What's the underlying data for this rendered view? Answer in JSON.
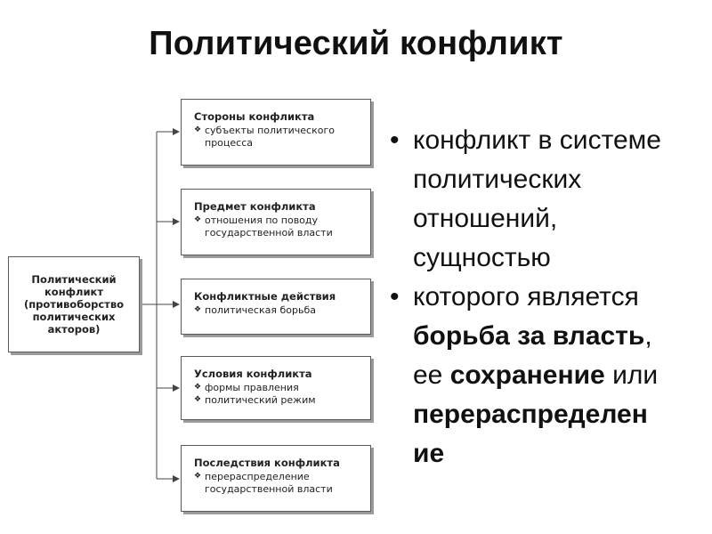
{
  "title": "Политический конфликт",
  "diagram": {
    "main": {
      "lines": [
        "Политический",
        "конфликт",
        "(противоборство",
        "политических",
        "акторов)"
      ]
    },
    "branches": [
      {
        "title": "Стороны конфликта",
        "items": [
          [
            "субъекты политического",
            "процесса"
          ]
        ]
      },
      {
        "title": "Предмет конфликта",
        "items": [
          [
            "отношения по поводу",
            "государственной власти"
          ]
        ]
      },
      {
        "title": "Конфликтные действия",
        "items": [
          [
            "политическая борьба"
          ]
        ]
      },
      {
        "title": "Условия конфликта",
        "items": [
          [
            "формы правления"
          ],
          [
            "политический режим"
          ]
        ]
      },
      {
        "title": "Последствия конфликта",
        "items": [
          [
            "перераспределение",
            "государственной власти"
          ]
        ]
      }
    ],
    "bullet_glyph": "❖"
  },
  "bullets": {
    "glyph": "•",
    "b1": {
      "l1": "конфликт в системе",
      "l2": "политических",
      "l3": "отношений,",
      "l4": "сущностью"
    },
    "b2": {
      "l1": "которого является",
      "bold1": "борьба за власть",
      "after1": ",",
      "pre2": "ее ",
      "bold2": "сохранение",
      "after2": " или",
      "bold3a": "перераспределен",
      "bold3b": "ие"
    }
  }
}
